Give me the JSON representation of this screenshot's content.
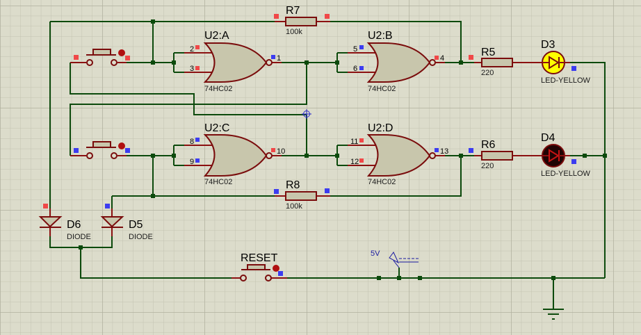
{
  "schematic": {
    "colors": {
      "background": "#dcdccb",
      "grid_minor": "#c6c6b4",
      "grid_major": "#b8b8a6",
      "wire": "#0c4a0c",
      "component_outline": "#7a0c0c",
      "component_fill": "#c8c6ac",
      "pin_low": "#f04848",
      "pin_high": "#3c3cf0",
      "led_on": "#ffff00",
      "led_off": "#000000",
      "power_label": "#1a1aa0"
    },
    "gates": [
      {
        "ref": "U2:A",
        "part": "74HC02",
        "in1": "2",
        "in2": "3",
        "out": "1",
        "in1_state": "low",
        "in2_state": "low",
        "out_state": "high"
      },
      {
        "ref": "U2:B",
        "part": "74HC02",
        "in1": "5",
        "in2": "6",
        "out": "4",
        "in1_state": "high",
        "in2_state": "high",
        "out_state": "low"
      },
      {
        "ref": "U2:C",
        "part": "74HC02",
        "in1": "8",
        "in2": "9",
        "out": "10",
        "in1_state": "high",
        "in2_state": "high",
        "out_state": "low"
      },
      {
        "ref": "U2:D",
        "part": "74HC02",
        "in1": "11",
        "in2": "12",
        "out": "13",
        "in1_state": "low",
        "in2_state": "low",
        "out_state": "high"
      }
    ],
    "resistors": [
      {
        "ref": "R7",
        "value": "100k"
      },
      {
        "ref": "R5",
        "value": "220"
      },
      {
        "ref": "R8",
        "value": "100k"
      },
      {
        "ref": "R6",
        "value": "220"
      }
    ],
    "leds": [
      {
        "ref": "D3",
        "part": "LED-YELLOW",
        "state": "on"
      },
      {
        "ref": "D4",
        "part": "LED-YELLOW",
        "state": "off"
      }
    ],
    "diodes": [
      {
        "ref": "D6",
        "part": "DIODE"
      },
      {
        "ref": "D5",
        "part": "DIODE"
      }
    ],
    "buttons": [
      {
        "ref": "",
        "name": "set-button"
      },
      {
        "ref": "",
        "name": "clear-button"
      },
      {
        "ref": "RESET",
        "name": "reset-button"
      }
    ],
    "power": {
      "label": "5V"
    }
  }
}
